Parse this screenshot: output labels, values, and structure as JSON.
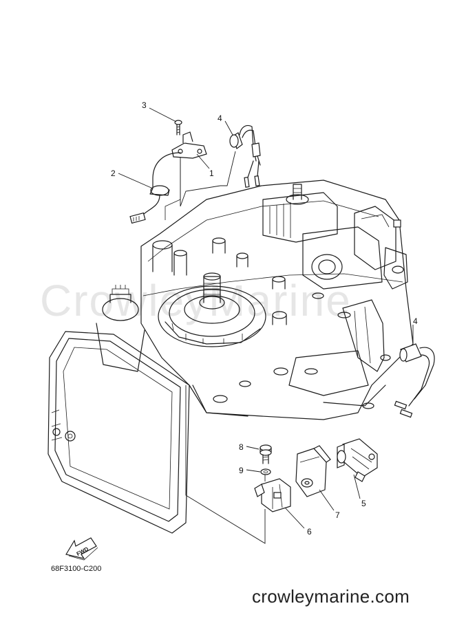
{
  "diagram": {
    "watermark": "CrowleyMarine",
    "drawing_code": "68F3100-C200",
    "website": "crowleymarine.com",
    "direction_arrow_label": "FWD",
    "callouts": {
      "c1": "1",
      "c2": "2",
      "c3": "3",
      "c4_top": "4",
      "c4_right": "4",
      "c5": "5",
      "c6": "6",
      "c7": "7",
      "c8": "8",
      "c9": "9"
    }
  }
}
